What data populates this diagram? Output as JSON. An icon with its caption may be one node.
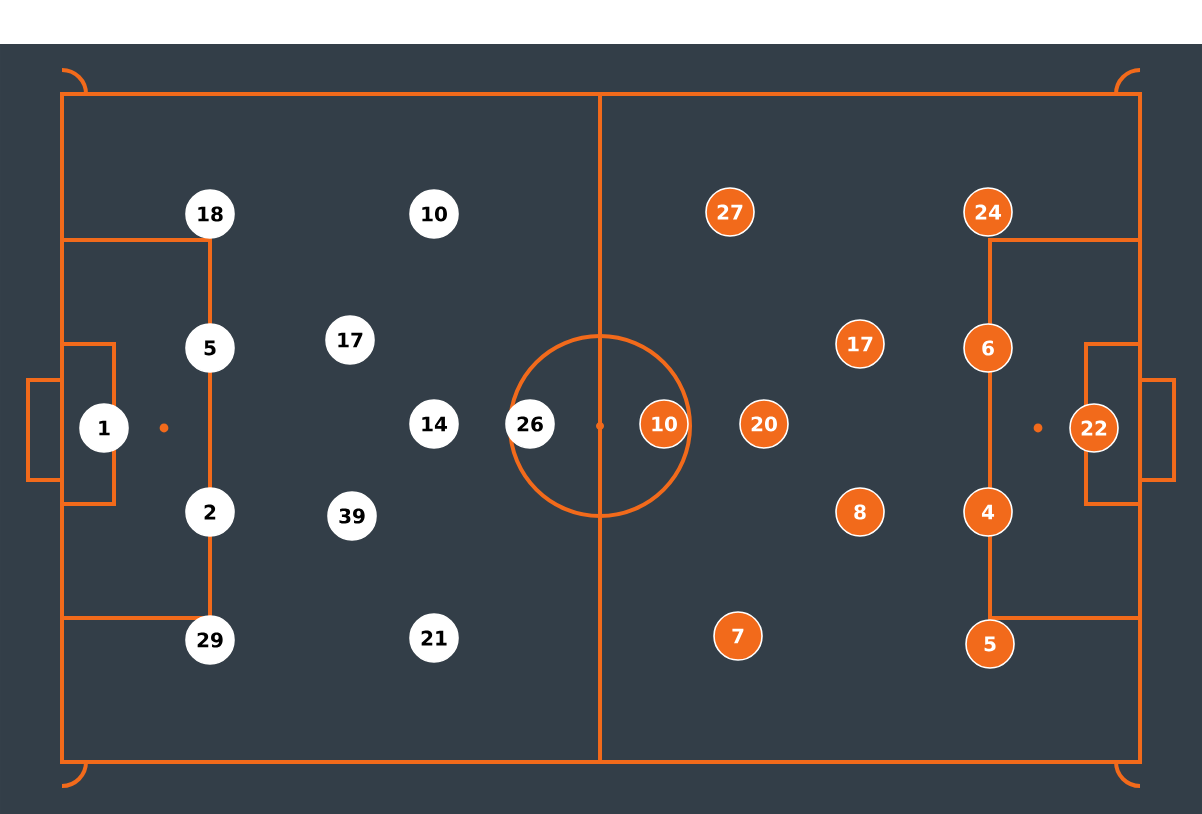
{
  "diagram": {
    "nodes": [
      {
        "text": [
          "18"
        ]
      },
      {
        "text": [
          "10"
        ]
      },
      {
        "text": [
          "5"
        ]
      },
      {
        "text": [
          "17"
        ]
      },
      {
        "text": [
          "1"
        ]
      },
      {
        "text": [
          "14"
        ]
      },
      {
        "text": [
          "26"
        ]
      },
      {
        "text": [
          "2"
        ]
      },
      {
        "text": [
          "39"
        ]
      },
      {
        "text": [
          "29"
        ]
      },
      {
        "text": [
          "21"
        ]
      },
      {
        "text": [
          "27"
        ]
      },
      {
        "text": [
          "24"
        ]
      },
      {
        "text": [
          "17"
        ]
      },
      {
        "text": [
          "6"
        ]
      },
      {
        "text": [
          "10"
        ]
      },
      {
        "text": [
          "20"
        ]
      },
      {
        "text": [
          "22"
        ]
      },
      {
        "text": [
          "8"
        ]
      },
      {
        "text": [
          "4"
        ]
      },
      {
        "text": [
          "7"
        ]
      },
      {
        "text": [
          "5"
        ]
      }
    ]
  }
}
